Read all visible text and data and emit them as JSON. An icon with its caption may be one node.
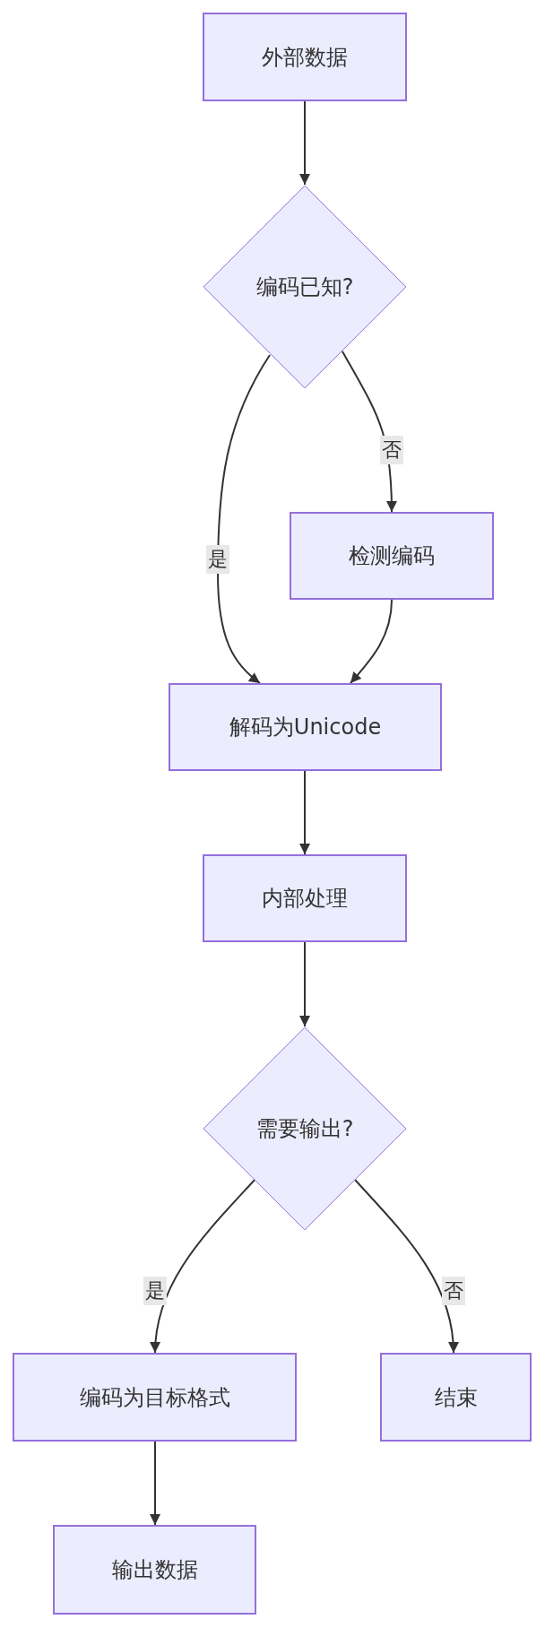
{
  "diagram": {
    "nodes": [
      {
        "text": [
          "外部数据"
        ]
      },
      {
        "text": [
          "编码已知?"
        ]
      },
      {
        "text": [
          "检测编码"
        ]
      },
      {
        "text": [
          "解码为Unicode"
        ]
      },
      {
        "text": [
          "内部处理"
        ]
      },
      {
        "text": [
          "需要输出?"
        ]
      },
      {
        "text": [
          "编码为目标格式"
        ]
      },
      {
        "text": [
          "结束"
        ]
      },
      {
        "text": [
          "输出数据"
        ]
      }
    ],
    "edges": [
      {
        "from": 0,
        "to": 1,
        "arrow": "to"
      },
      {
        "from": 1,
        "to": 3,
        "arrow": "to",
        "label": "是"
      },
      {
        "from": 1,
        "to": 2,
        "arrow": "to",
        "label": "否"
      },
      {
        "from": 2,
        "to": 3,
        "arrow": "to"
      },
      {
        "from": 3,
        "to": 4,
        "arrow": "to"
      },
      {
        "from": 4,
        "to": 5,
        "arrow": "to"
      },
      {
        "from": 5,
        "to": 6,
        "arrow": "to",
        "label": "是"
      },
      {
        "from": 5,
        "to": 7,
        "arrow": "to",
        "label": "否"
      },
      {
        "from": 6,
        "to": 8,
        "arrow": "to"
      }
    ]
  }
}
